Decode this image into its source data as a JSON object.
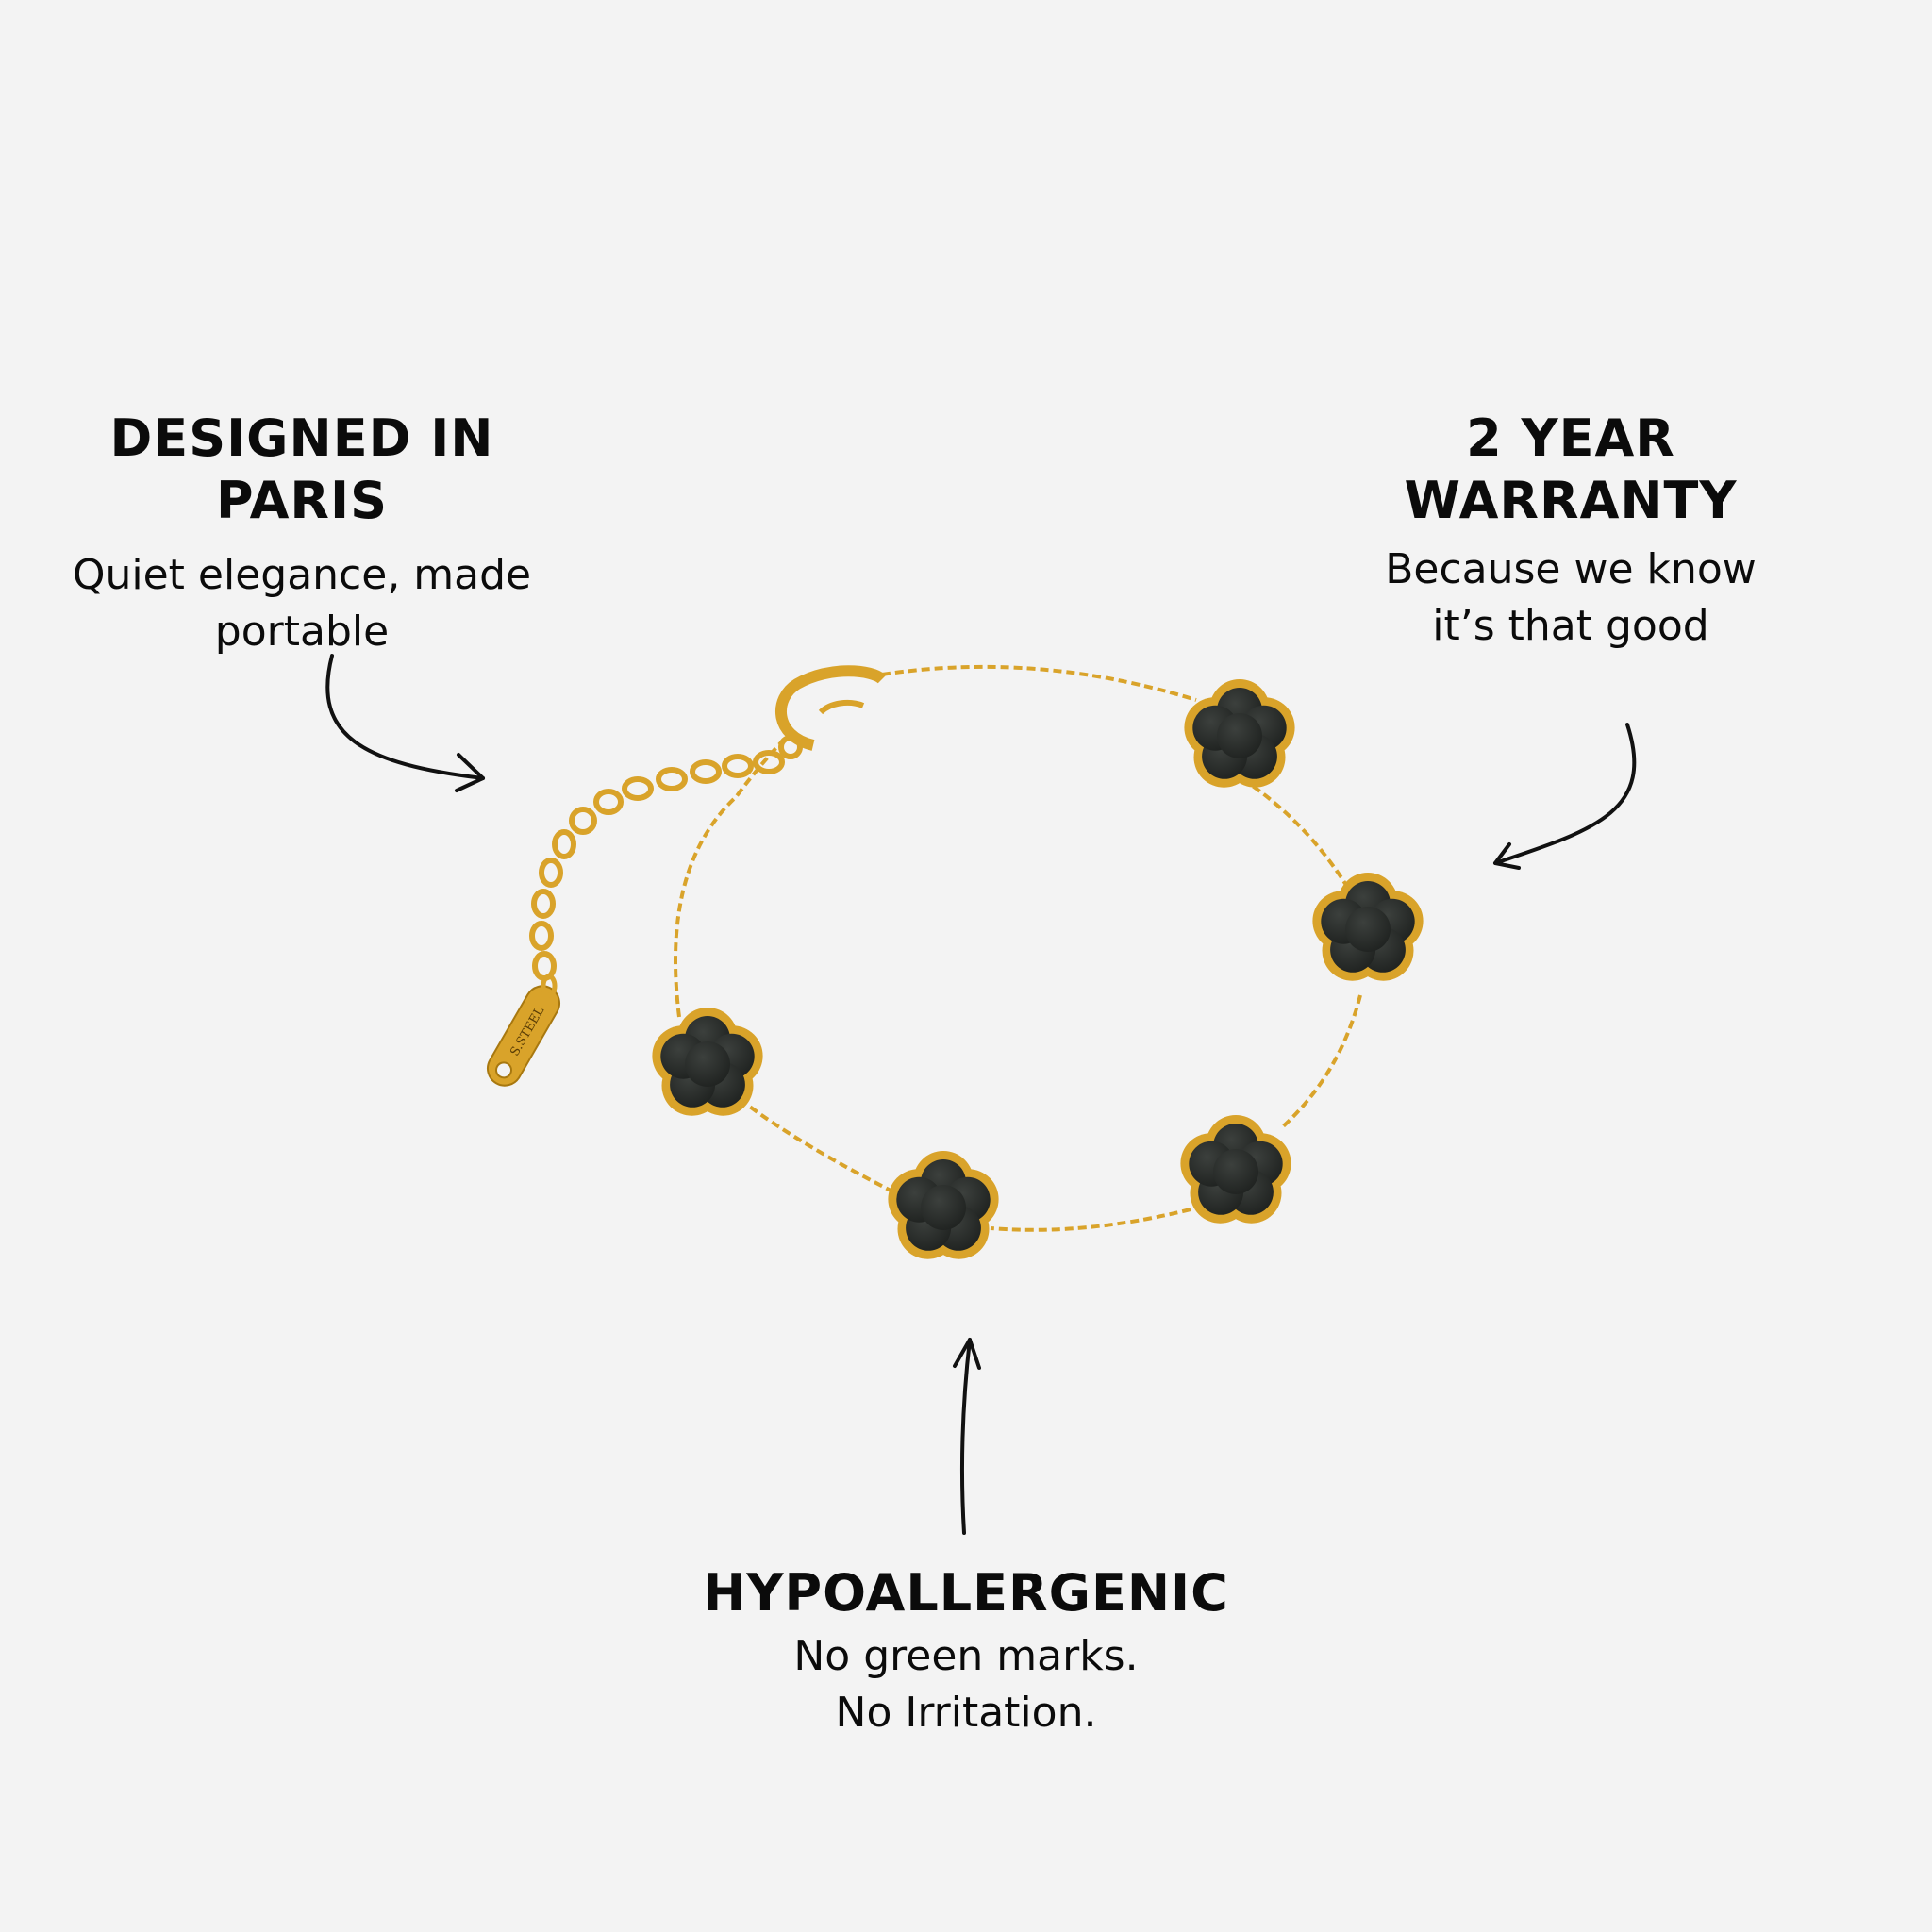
{
  "features": {
    "designed": {
      "title": "DESIGNED IN PARIS",
      "desc": "Quiet elegance, made portable"
    },
    "warranty": {
      "title_line1": "2 YEAR",
      "title_line2": "WARRANTY",
      "desc_line1": "Because we know",
      "desc_line2": "it’s that good"
    },
    "hypo": {
      "title": "HYPOALLERGENIC",
      "desc_line1": "No green marks.",
      "desc_line2": "No Irritation."
    }
  },
  "product": {
    "tag_text": "S.STEEL",
    "colors": {
      "gold": "#d9a32a",
      "gold_dark": "#a8780f",
      "onyx": "#2a2d2b",
      "background": "#f3f3f3",
      "ink": "#0b0b0b"
    }
  }
}
